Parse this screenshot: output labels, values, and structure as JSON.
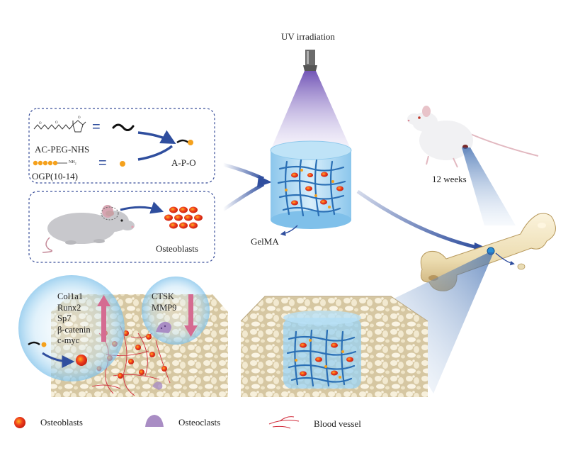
{
  "top": {
    "uv_label": "UV irradiation"
  },
  "synthesis": {
    "peg_label": "AC-PEG-NHS",
    "ogp_label": "OGP(10-14)",
    "nh2_label": "NH",
    "nh2_sub": "2",
    "product_label": "A-P-O"
  },
  "cells": {
    "osteoblasts_label": "Osteoblasts"
  },
  "hydrogel": {
    "label": "GelMA"
  },
  "mouse": {
    "weeks_label": "12 weeks"
  },
  "effects": {
    "upregulated": [
      "Col1a1",
      "Runx2",
      "Sp7",
      "β-catenin",
      "c-myc"
    ],
    "downregulated": [
      "CTSK",
      "MMP9"
    ]
  },
  "legend": {
    "osteoblasts": "Osteoblasts",
    "osteoclasts": "Osteoclasts",
    "vessel": "Blood vessel"
  },
  "colors": {
    "arrow_blue": "#2f4e9e",
    "osteoblast_red": "#e8321c",
    "network_blue": "#2a6fb5",
    "ogp_orange": "#f5a11c",
    "osteoclast_purple": "#a98dc4",
    "up_arrow_pink": "#d56b91",
    "uv_purple": "#8a6cc4",
    "bone_beige": "#efe2bf"
  }
}
